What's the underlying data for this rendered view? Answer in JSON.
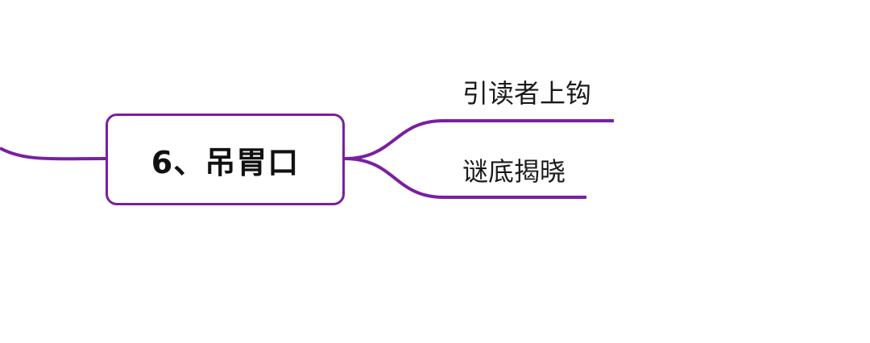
{
  "mindmap": {
    "main_node": {
      "label": "6、吊胃口"
    },
    "branches": [
      {
        "label": "引读者上钩"
      },
      {
        "label": "谜底揭晓"
      }
    ],
    "line_color": "#7a1fa2"
  }
}
